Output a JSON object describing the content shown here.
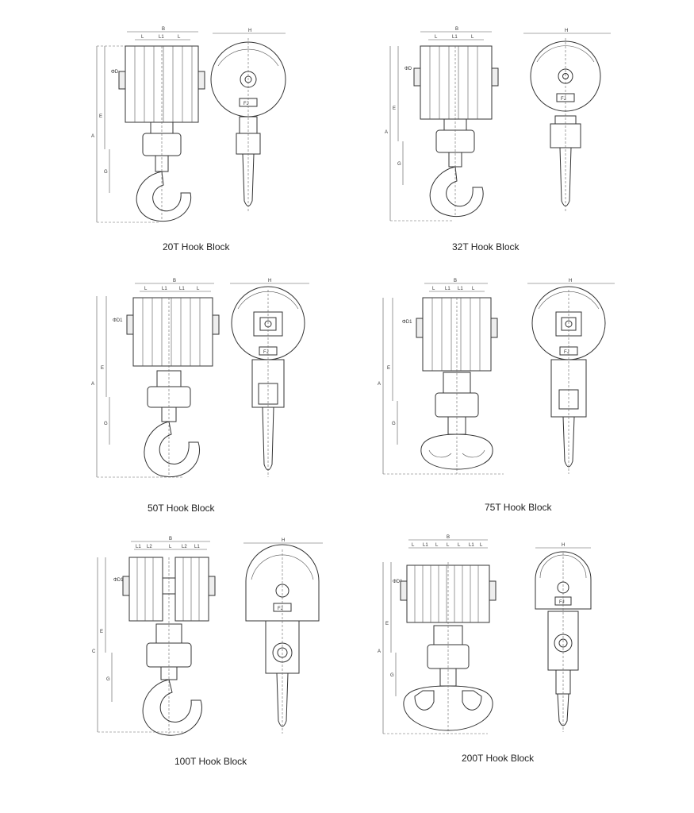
{
  "blocks": [
    {
      "caption": "20T Hook Block",
      "dims": {
        "top": "B",
        "pitch": [
          "L",
          "L1",
          "L"
        ],
        "left": [
          "A",
          "E",
          "G"
        ],
        "dia": "ΦD",
        "badge": "FJ",
        "width": "H"
      }
    },
    {
      "caption": "32T Hook Block",
      "dims": {
        "top": "B",
        "pitch": [
          "L",
          "L1",
          "L"
        ],
        "left": [
          "A",
          "E",
          "G"
        ],
        "dia": "ΦD",
        "badge": "FJ",
        "width": "H"
      }
    },
    {
      "caption": "50T Hook Block",
      "dims": {
        "top": "B",
        "pitch": [
          "L",
          "L1",
          "L1",
          "L"
        ],
        "left": [
          "A",
          "E",
          "G"
        ],
        "dia": "ΦD1",
        "badge": "FJ",
        "width": "H"
      }
    },
    {
      "caption": "75T Hook Block",
      "dims": {
        "top": "B",
        "pitch": [
          "L",
          "L1",
          "L1",
          "L"
        ],
        "left": [
          "A",
          "E",
          "G"
        ],
        "dia": "ΦD1",
        "badge": "FJ",
        "width": "H"
      }
    },
    {
      "caption": "100T Hook Block",
      "dims": {
        "top": "B",
        "pitch": [
          "L1",
          "L2",
          "L",
          "L2",
          "L1"
        ],
        "left": [
          "C",
          "E",
          "G"
        ],
        "dia": "ΦD1",
        "badge": "FJ",
        "width": "H"
      }
    },
    {
      "caption": "200T Hook Block",
      "dims": {
        "top": "B",
        "pitch": [
          "L",
          "L1",
          "L",
          "L",
          "L",
          "L1",
          "L"
        ],
        "left": [
          "A",
          "E",
          "G"
        ],
        "dia": "ΦD1",
        "badge": "FJ",
        "width": "H"
      }
    }
  ]
}
